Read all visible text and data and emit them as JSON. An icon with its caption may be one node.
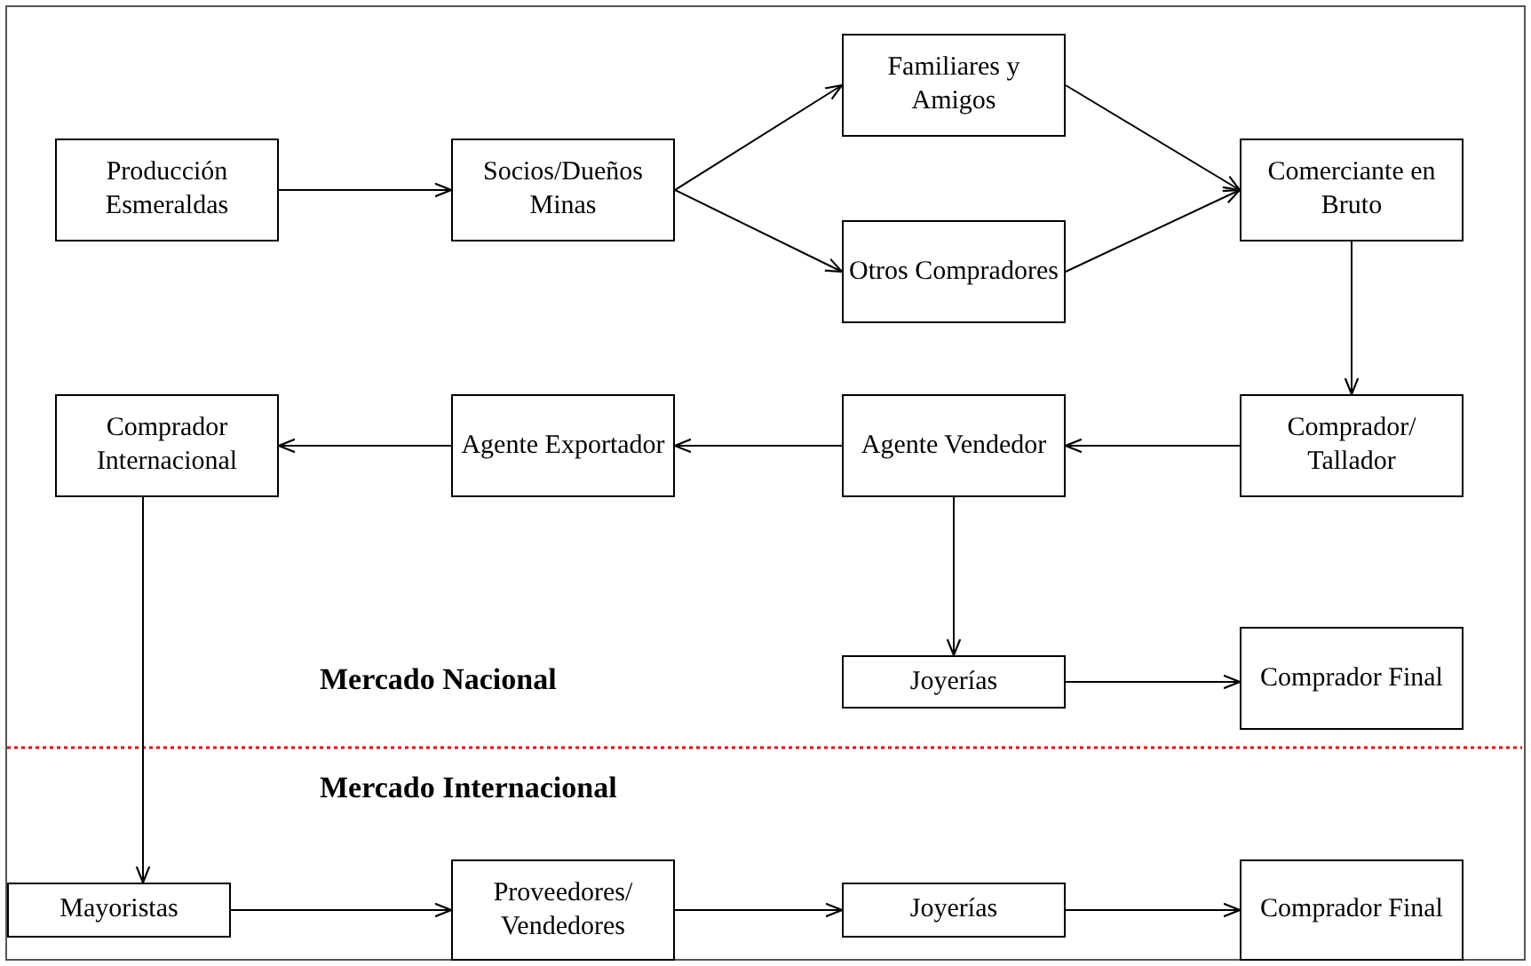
{
  "diagram": {
    "nodes": [
      {
        "text": [
          "Producción Esmeraldas"
        ]
      },
      {
        "text": [
          "Socios/Dueños Minas"
        ]
      },
      {
        "text": [
          "Familiares y Amigos"
        ]
      },
      {
        "text": [
          "Otros Compradores"
        ]
      },
      {
        "text": [
          "Comerciante en Bruto"
        ]
      },
      {
        "text": [
          "Comprador/ Tallador"
        ]
      },
      {
        "text": [
          "Agente Vendedor"
        ]
      },
      {
        "text": [
          "Agente Exportador"
        ]
      },
      {
        "text": [
          "Comprador Internacional"
        ]
      },
      {
        "text": [
          "Joyerías"
        ]
      },
      {
        "text": [
          "Comprador Final"
        ]
      },
      {
        "text": [
          "Mayoristas"
        ]
      },
      {
        "text": [
          "Proveedores/ Vendedores"
        ]
      },
      {
        "text": [
          "Joyerías"
        ]
      },
      {
        "text": [
          "Comprador Final"
        ]
      }
    ],
    "edges": [
      {
        "from": 0,
        "to": 1,
        "arrow": "to"
      },
      {
        "from": 1,
        "to": 2,
        "arrow": "to"
      },
      {
        "from": 1,
        "to": 3,
        "arrow": "to"
      },
      {
        "from": 2,
        "to": 4,
        "arrow": "to"
      },
      {
        "from": 3,
        "to": 4,
        "arrow": "to"
      },
      {
        "from": 4,
        "to": 5,
        "arrow": "to"
      },
      {
        "from": 5,
        "to": 6,
        "arrow": "to"
      },
      {
        "from": 6,
        "to": 7,
        "arrow": "to"
      },
      {
        "from": 7,
        "to": 8,
        "arrow": "to"
      },
      {
        "from": 6,
        "to": 9,
        "arrow": "to"
      },
      {
        "from": 9,
        "to": 10,
        "arrow": "to"
      },
      {
        "from": 8,
        "to": 11,
        "arrow": "to"
      },
      {
        "from": 11,
        "to": 12,
        "arrow": "to"
      },
      {
        "from": 12,
        "to": 13,
        "arrow": "to"
      },
      {
        "from": 13,
        "to": 14,
        "arrow": "to"
      }
    ],
    "labels": [
      "Mercado Nacional",
      "Mercado Internacional"
    ]
  }
}
